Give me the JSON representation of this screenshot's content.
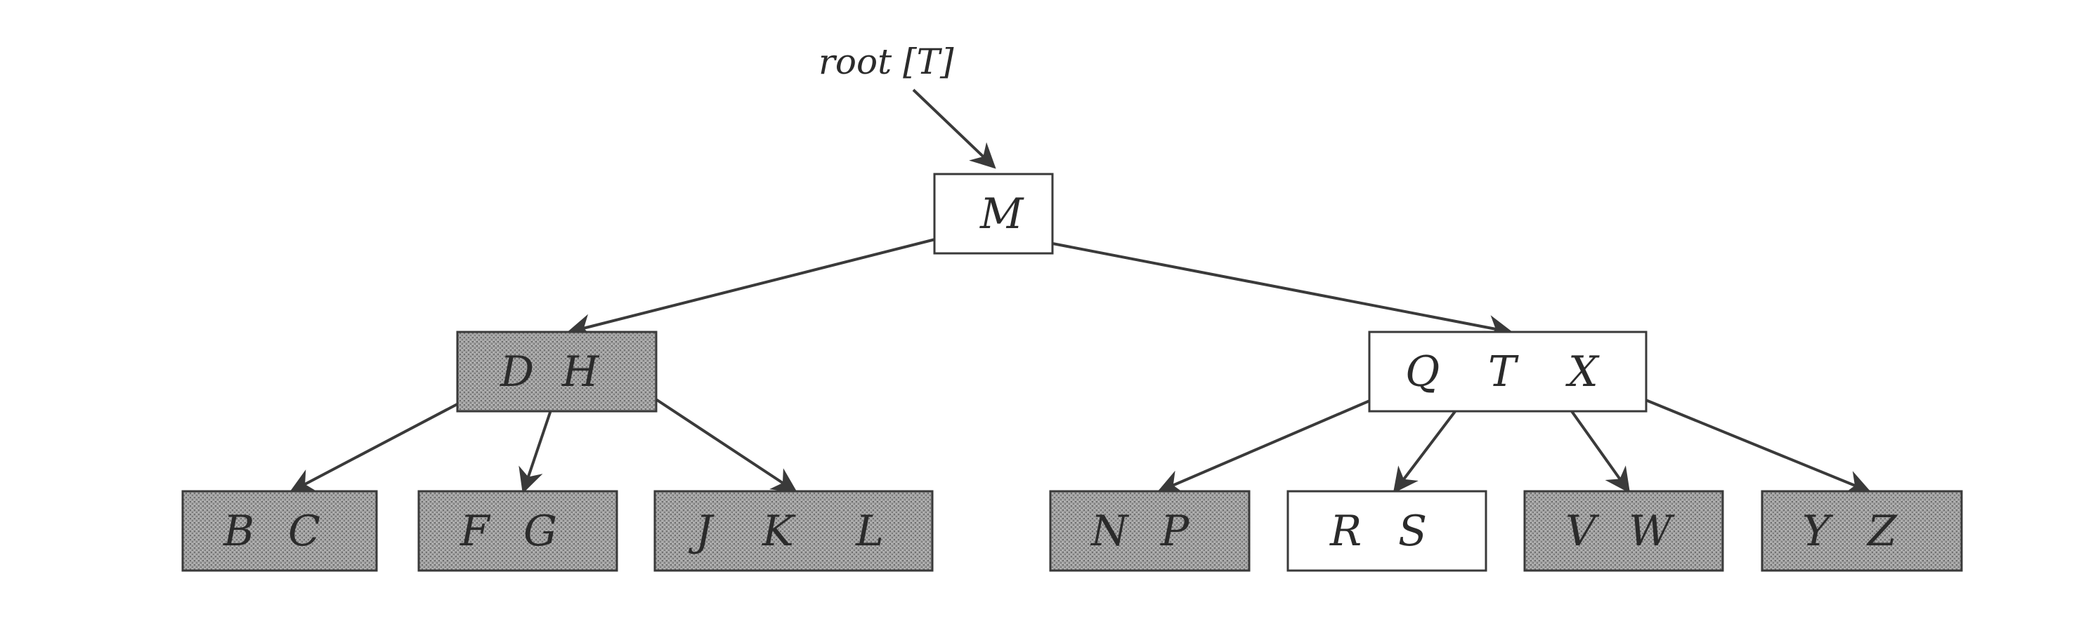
{
  "root_label": "root [T]",
  "nodes": {
    "m": {
      "keys": [
        "M"
      ],
      "shaded": false
    },
    "dh": {
      "keys": [
        "D",
        "H"
      ],
      "shaded": true
    },
    "qtx": {
      "keys": [
        "Q",
        "T",
        "X"
      ],
      "shaded": false
    },
    "bc": {
      "keys": [
        "B",
        "C"
      ],
      "shaded": true
    },
    "fg": {
      "keys": [
        "F",
        "G"
      ],
      "shaded": true
    },
    "jkl": {
      "keys": [
        "J",
        "K",
        "L"
      ],
      "shaded": true
    },
    "np": {
      "keys": [
        "N",
        "P"
      ],
      "shaded": true
    },
    "rs": {
      "keys": [
        "R",
        "S"
      ],
      "shaded": false
    },
    "vw": {
      "keys": [
        "V",
        "W"
      ],
      "shaded": true
    },
    "yz": {
      "keys": [
        "Y",
        "Z"
      ],
      "shaded": true
    }
  },
  "colors": {
    "shaded_fill": "#9c9c9c",
    "white_fill": "#ffffff",
    "line": "#3a3a3a"
  }
}
